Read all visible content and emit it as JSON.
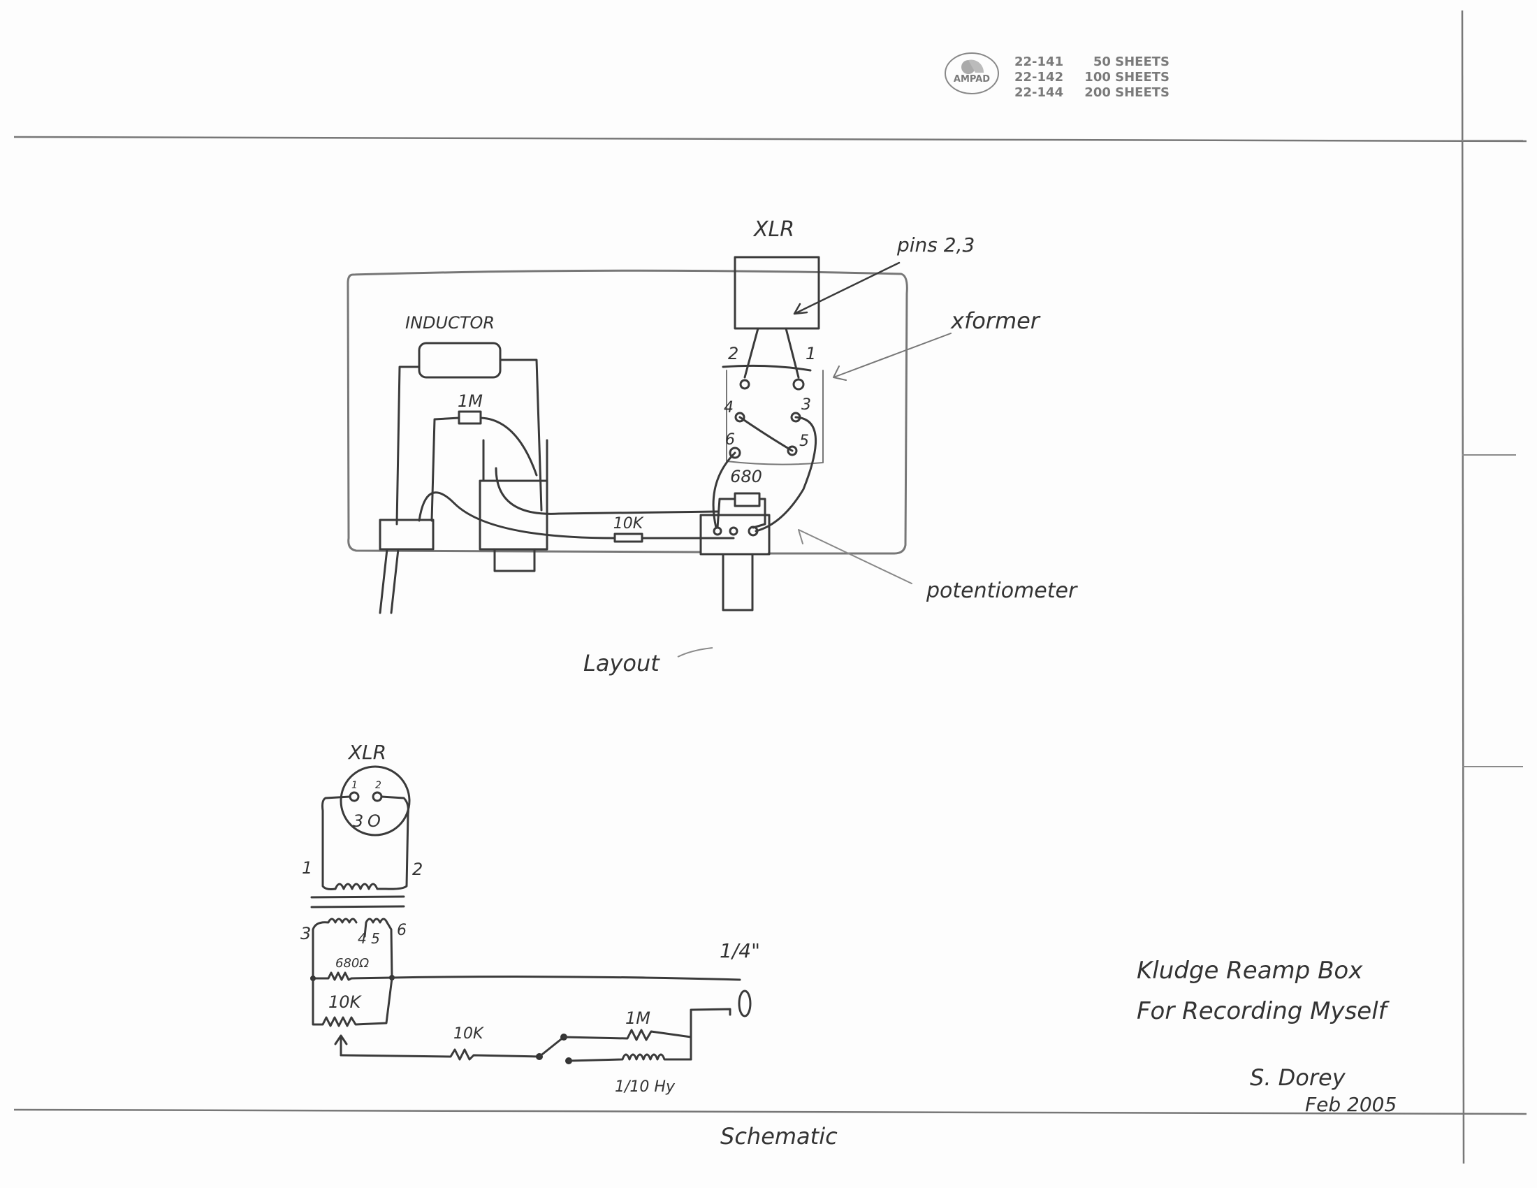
{
  "header": {
    "brand": "AMPAD",
    "products": [
      {
        "code": "22-141",
        "sheets": "50 SHEETS"
      },
      {
        "code": "22-142",
        "sheets": "100 SHEETS"
      },
      {
        "code": "22-144",
        "sheets": "200 SHEETS"
      }
    ]
  },
  "layout": {
    "caption": "Layout",
    "xlr_label": "XLR",
    "pins_note": "pins 2,3",
    "xformer_note": "xformer",
    "inductor_label": "INDUCTOR",
    "res_1m": "1M",
    "res_680": "680",
    "res_10k": "10K",
    "pot_note": "potentiometer",
    "pins": [
      "2",
      "1",
      "4",
      "3",
      "6",
      "5"
    ]
  },
  "schematic": {
    "caption": "Schematic",
    "xlr_label": "XLR",
    "xlr_pin1": "1",
    "xlr_pin2": "2",
    "xlr_pin3": "3",
    "primary_1": "1",
    "primary_2": "2",
    "secondary_3": "3",
    "secondary_6": "6",
    "secondary_45": "4  5",
    "res_680": "680Ω",
    "pot_10k": "10K",
    "res_10k": "10K",
    "res_1m": "1M",
    "inductor": "1/10 Hy",
    "jack": "1/4\""
  },
  "notes": {
    "title_line1": "Kludge Reamp Box",
    "title_line2": "For Recording Myself",
    "author": "S. Dorey",
    "date": "Feb 2005"
  }
}
